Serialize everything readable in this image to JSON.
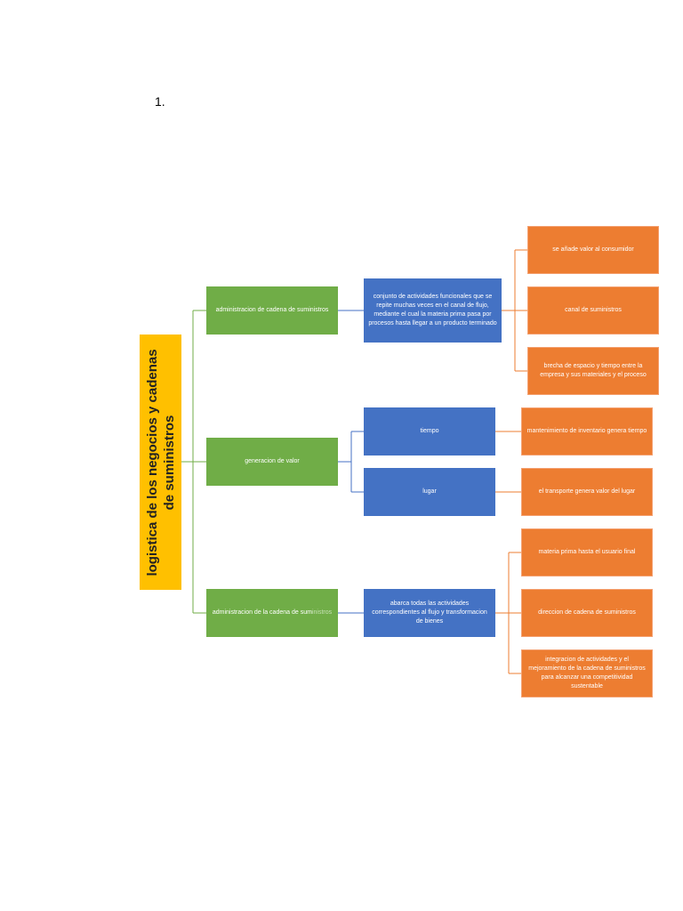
{
  "page": {
    "number": "1."
  },
  "colors": {
    "root": "#FFC000",
    "level1": "#70AD47",
    "level2": "#4472C4",
    "level3": "#ED7D31"
  },
  "root": {
    "label": "logistica de los negocios y cadenas de suministros"
  },
  "branches": [
    {
      "label": "administracion de cadena de suministros",
      "detail": "conjunto de actividades funcionales que se repite muchas veces en el canal de flujo, mediante el cual la materia prima pasa por procesos hasta llegar a un producto terminado",
      "leaves": [
        "se añade valor al consumidor",
        "canal de suministros",
        "brecha de espacio y tiempo entre la empresa y sus materiales y el proceso"
      ]
    },
    {
      "label": "generacion de valor",
      "subs": [
        {
          "label": "tiempo",
          "leaf": "mantenimiento de inventario genera tiempo"
        },
        {
          "label": "lugar",
          "leaf": "el transporte genera valor del lugar"
        }
      ]
    },
    {
      "label_a": "administracion de  la cadena de sum",
      "label_b": "inistros",
      "detail": "abarca todas las actividades correspondientes al flujo y transformacion de bienes",
      "leaves": [
        "materia prima hasta el usuario final",
        "direccion de cadena de suministros",
        "integracion de actividades y el mejoramiento de la cadena de suministros para alcanzar una competitividad sustentable"
      ]
    }
  ]
}
